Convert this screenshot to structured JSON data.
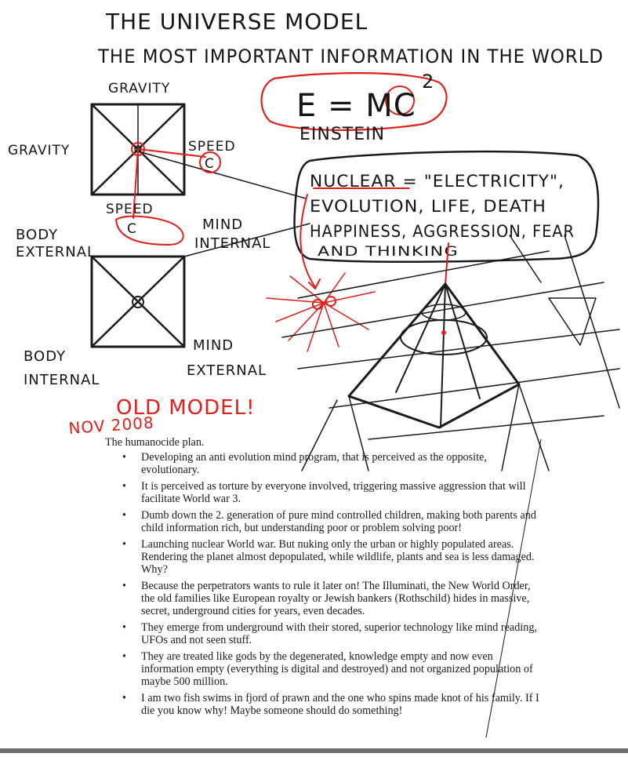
{
  "title": "THE UNIVERSE MODEL",
  "subtitle": "THE MOST IMPORTANT INFORMATION IN THE WORLD",
  "equation": {
    "lhs": "E = MC",
    "exponent": "2",
    "author": "EINSTEIN"
  },
  "upper_square": {
    "top_label": "GRAVITY",
    "left_label": "GRAVITY",
    "right_label": "SPEED",
    "right_symbol": "C",
    "bottom_label": "SPEED",
    "bottom_symbol": "C"
  },
  "lower_square": {
    "top_left_label": [
      "BODY",
      "EXTERNAL"
    ],
    "top_right_label": [
      "MIND",
      "INTERNAL"
    ],
    "bottom_left_label": [
      "BODY",
      "INTERNAL"
    ],
    "bottom_right_label": [
      "MIND",
      "EXTERNAL"
    ]
  },
  "bubble_lines": [
    "NUCLEAR = \"ELECTRICITY\",",
    "EVOLUTION, LIFE, DEATH",
    "HAPPINESS, AGGRESSION, FEAR",
    "AND THINKING"
  ],
  "old_model": {
    "label": "OLD MODEL!",
    "date": "NOV 2008"
  },
  "typed_text": {
    "heading": "The humanocide plan.",
    "bullet_symbol": "•",
    "bullets": [
      "Developing an anti evolution mind program, that is perceived as the opposite, evolutionary.",
      "It is perceived as torture by everyone involved, triggering massive aggression that will facilitate World war 3.",
      "Dumb down the 2. generation of pure mind controlled children, making both parents and child information rich, but understanding poor or problem solving poor!",
      "Launching  nuclear World war. But nuking only the urban or highly populated areas. Rendering the planet almost depopulated, while wildlife, plants and sea is less damaged. Why?",
      "Because the perpetrators wants to rule it later on! The Illuminati, the New World Order, the old families like European royalty or Jewish bankers (Rothschild) hides in massive, secret, underground cities for years, even decades.",
      "They emerge from underground with their stored, superior technology like mind reading, UFOs and not seen stuff.",
      "They are treated like gods by the degenerated, knowledge empty and now even information empty (everything is digital and destroyed) and not organized population of maybe 500 million.",
      "I am two fish swims in fjord of prawn and the one who spins made knot of his family. If I die you know why! Maybe someone should do something!"
    ]
  },
  "colors": {
    "ink": "#1a1a1a",
    "red_ink": "#e0201a",
    "paper": "#ffffff"
  }
}
